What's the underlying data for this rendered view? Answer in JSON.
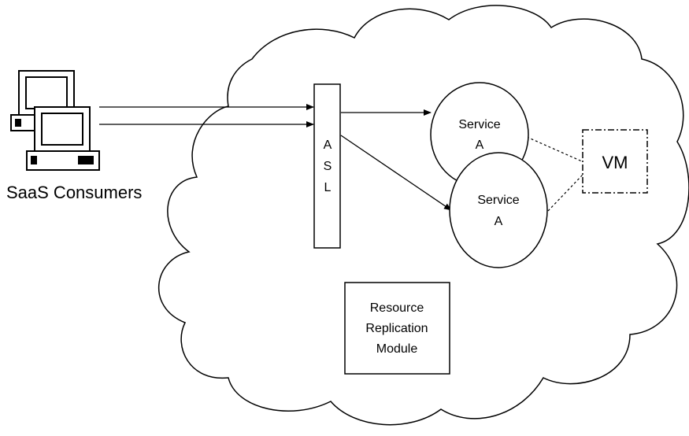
{
  "diagram": {
    "consumers_label": "SaaS Consumers",
    "asl_letters": [
      "A",
      "S",
      "L"
    ],
    "service_top": {
      "line1": "Service",
      "line2": "A"
    },
    "service_bottom": {
      "line1": "Service",
      "line2": "A"
    },
    "vm_label": "VM",
    "resource_module": {
      "line1": "Resource",
      "line2": "Replication",
      "line3": "Module"
    },
    "colors": {
      "stroke": "#000000",
      "fill": "#ffffff",
      "text": "#000000"
    }
  }
}
